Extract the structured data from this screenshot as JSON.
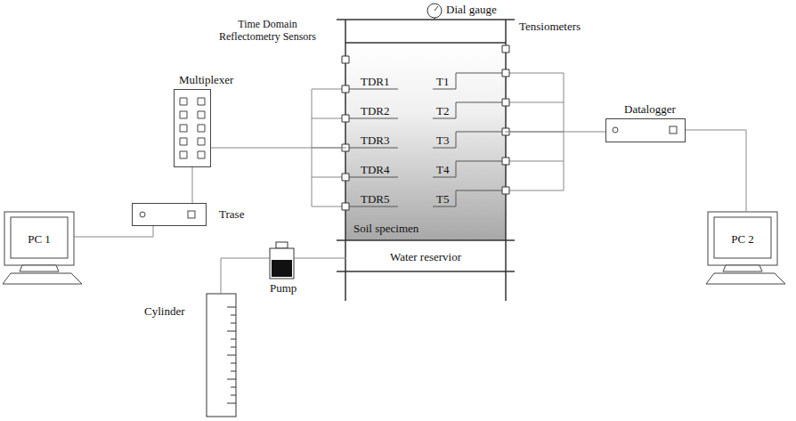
{
  "diagram": {
    "nodes": [
      {
        "text": [
          "Dial gauge"
        ]
      },
      {
        "text": [
          "Multiplexer"
        ]
      },
      {
        "text": [
          "Soil specimen"
        ]
      },
      {
        "text": [
          "Datalogger"
        ]
      },
      {
        "text": [
          "Trase"
        ]
      },
      {
        "text": [
          "PC 1"
        ]
      },
      {
        "text": [
          "Water reservior"
        ]
      },
      {
        "text": [
          "Pump"
        ]
      },
      {
        "text": [
          "PC 2"
        ]
      },
      {
        "text": [
          "Cylinder"
        ]
      }
    ],
    "edges": [
      {
        "from": 1,
        "to": 2,
        "arrow": "none"
      },
      {
        "from": 1,
        "to": 4,
        "arrow": "none"
      },
      {
        "from": 4,
        "to": 5,
        "arrow": "none"
      },
      {
        "from": 2,
        "to": 3,
        "arrow": "none"
      },
      {
        "from": 3,
        "to": 8,
        "arrow": "none"
      },
      {
        "from": 7,
        "to": 6,
        "arrow": "none"
      },
      {
        "from": 9,
        "to": 7,
        "arrow": "none"
      }
    ],
    "labels": [
      "Time Domain Reflectometry Sensors",
      "Tensiometers",
      "TDR1",
      "T1",
      "TDR2",
      "T2",
      "TDR3",
      "T3",
      "TDR4",
      "T4",
      "TDR5",
      "T5"
    ]
  }
}
